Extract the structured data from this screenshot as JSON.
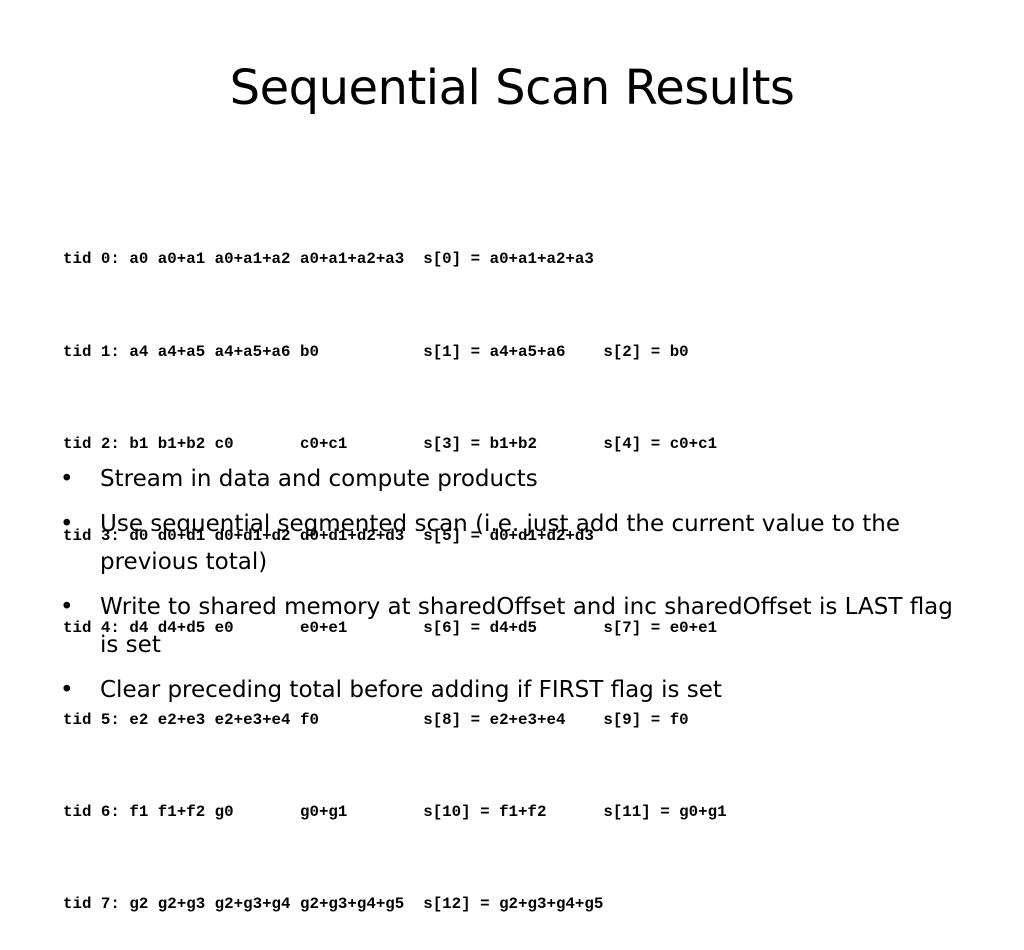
{
  "slide": {
    "title": "Sequential Scan Results",
    "code_lines": [
      "tid 0: a0 a0+a1 a0+a1+a2 a0+a1+a2+a3  s[0] = a0+a1+a2+a3",
      "tid 1: a4 a4+a5 a4+a5+a6 b0           s[1] = a4+a5+a6    s[2] = b0",
      "tid 2: b1 b1+b2 c0       c0+c1        s[3] = b1+b2       s[4] = c0+c1",
      "tid 3: d0 d0+d1 d0+d1+d2 d0+d1+d2+d3  s[5] = d0+d1+d2+d3",
      "tid 4: d4 d4+d5 e0       e0+e1        s[6] = d4+d5       s[7] = e0+e1",
      "tid 5: e2 e2+e3 e2+e3+e4 f0           s[8] = e2+e3+e4    s[9] = f0",
      "tid 6: f1 f1+f2 g0       g0+g1        s[10] = f1+f2      s[11] = g0+g1",
      "tid 7: g2 g2+g3 g2+g3+g4 g2+g3+g4+g5  s[12] = g2+g3+g4+g5"
    ],
    "bullet_symbol": "•",
    "bullets": [
      "Stream in data and compute products",
      "Use sequential segmented scan (i.e. just add the current value to the previous total)",
      "Write to shared memory at sharedOffset and inc sharedOffset is LAST flag is set",
      "Clear preceding total before adding if FIRST flag is set"
    ]
  }
}
